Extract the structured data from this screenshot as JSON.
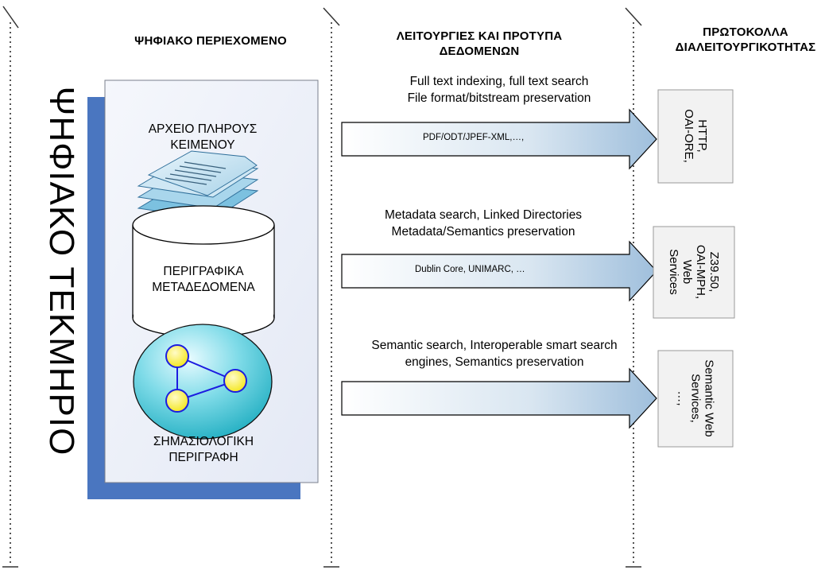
{
  "headers": {
    "content": "ΨΗΦΙΑΚΟ ΠΕΡΙΕΧΟΜΕΝΟ",
    "functions": [
      "ΛΕΙΤΟΥΡΓΙΕΣ ΚΑΙ ΠΡΟΤΥΠΑ",
      "ΔΕΔΟΜΕΝΩΝ"
    ],
    "protocols": [
      "ΠΡΩΤΟΚΟΛΛΑ",
      "ΔΙΑΛΕΙΤΟΥΡΓΙΚΟΤΗΤΑΣ"
    ]
  },
  "side_title": "ΨΗΦΙΑΚΟ ΤΕΚΜΗΡΙΟ",
  "content_items": {
    "fulltext": [
      "ΑΡΧΕΙΟ ΠΛΗΡΟΥΣ",
      "ΚΕΙΜΕΝΟΥ"
    ],
    "metadata": [
      "ΠΕΡΙΓΡΑΦΙΚΑ",
      "ΜΕΤΑΔΕΔΟΜΕΝΑ"
    ],
    "semantic": [
      "ΣΗΜΑΣΙΟΛΟΓΙΚΗ",
      "ΠΕΡΙΓΡΑΦΗ"
    ]
  },
  "layers": [
    {
      "functions": [
        "Full text indexing, full text search",
        "File format/bitstream preservation"
      ],
      "standards": "PDF/ODT/JPEF-XML,…,",
      "protocols": [
        "HTTP,",
        "OAI-ORE,"
      ]
    },
    {
      "functions": [
        "Metadata search, Linked Directories",
        "Metadata/Semantics preservation"
      ],
      "standards": "Dublin Core, UNIMARC, …",
      "protocols": [
        "Z39.50,",
        "OAI-MPH,",
        "Web",
        "Services"
      ]
    },
    {
      "functions": [
        "Semantic search, Interoperable smart search",
        "engines, Semantics preservation"
      ],
      "standards": "",
      "protocols": [
        "Semantic Web",
        "Services,",
        "…,"
      ]
    }
  ],
  "colors": {
    "panel_shadow": "#4a76c0",
    "panel_fill": "#eef1fa",
    "arrow_fill": "#a9c6df",
    "sphere": "#22b3c6",
    "node": "#f7ee1c",
    "edge": "#1c1ce0"
  }
}
